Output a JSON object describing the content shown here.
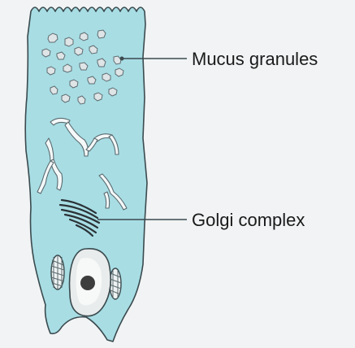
{
  "labels": {
    "mucus_granules": "Mucus granules",
    "golgi_complex": "Golgi complex"
  },
  "colors": {
    "cell_fill": "#a8dde4",
    "outline": "#3a4a4e",
    "granule_fill": "#dfe4e6",
    "channel_fill": "#f4f8f9",
    "golgi": "#2a3236",
    "nucleus_fill": "#e9ecec",
    "nucleolus": "#3d3d3d",
    "background": "#f1f3f4"
  },
  "icons": {
    "microvilli": "wavy-border",
    "nucleus": "oval-with-dark-dot",
    "mitochondria": "striped-oval"
  }
}
